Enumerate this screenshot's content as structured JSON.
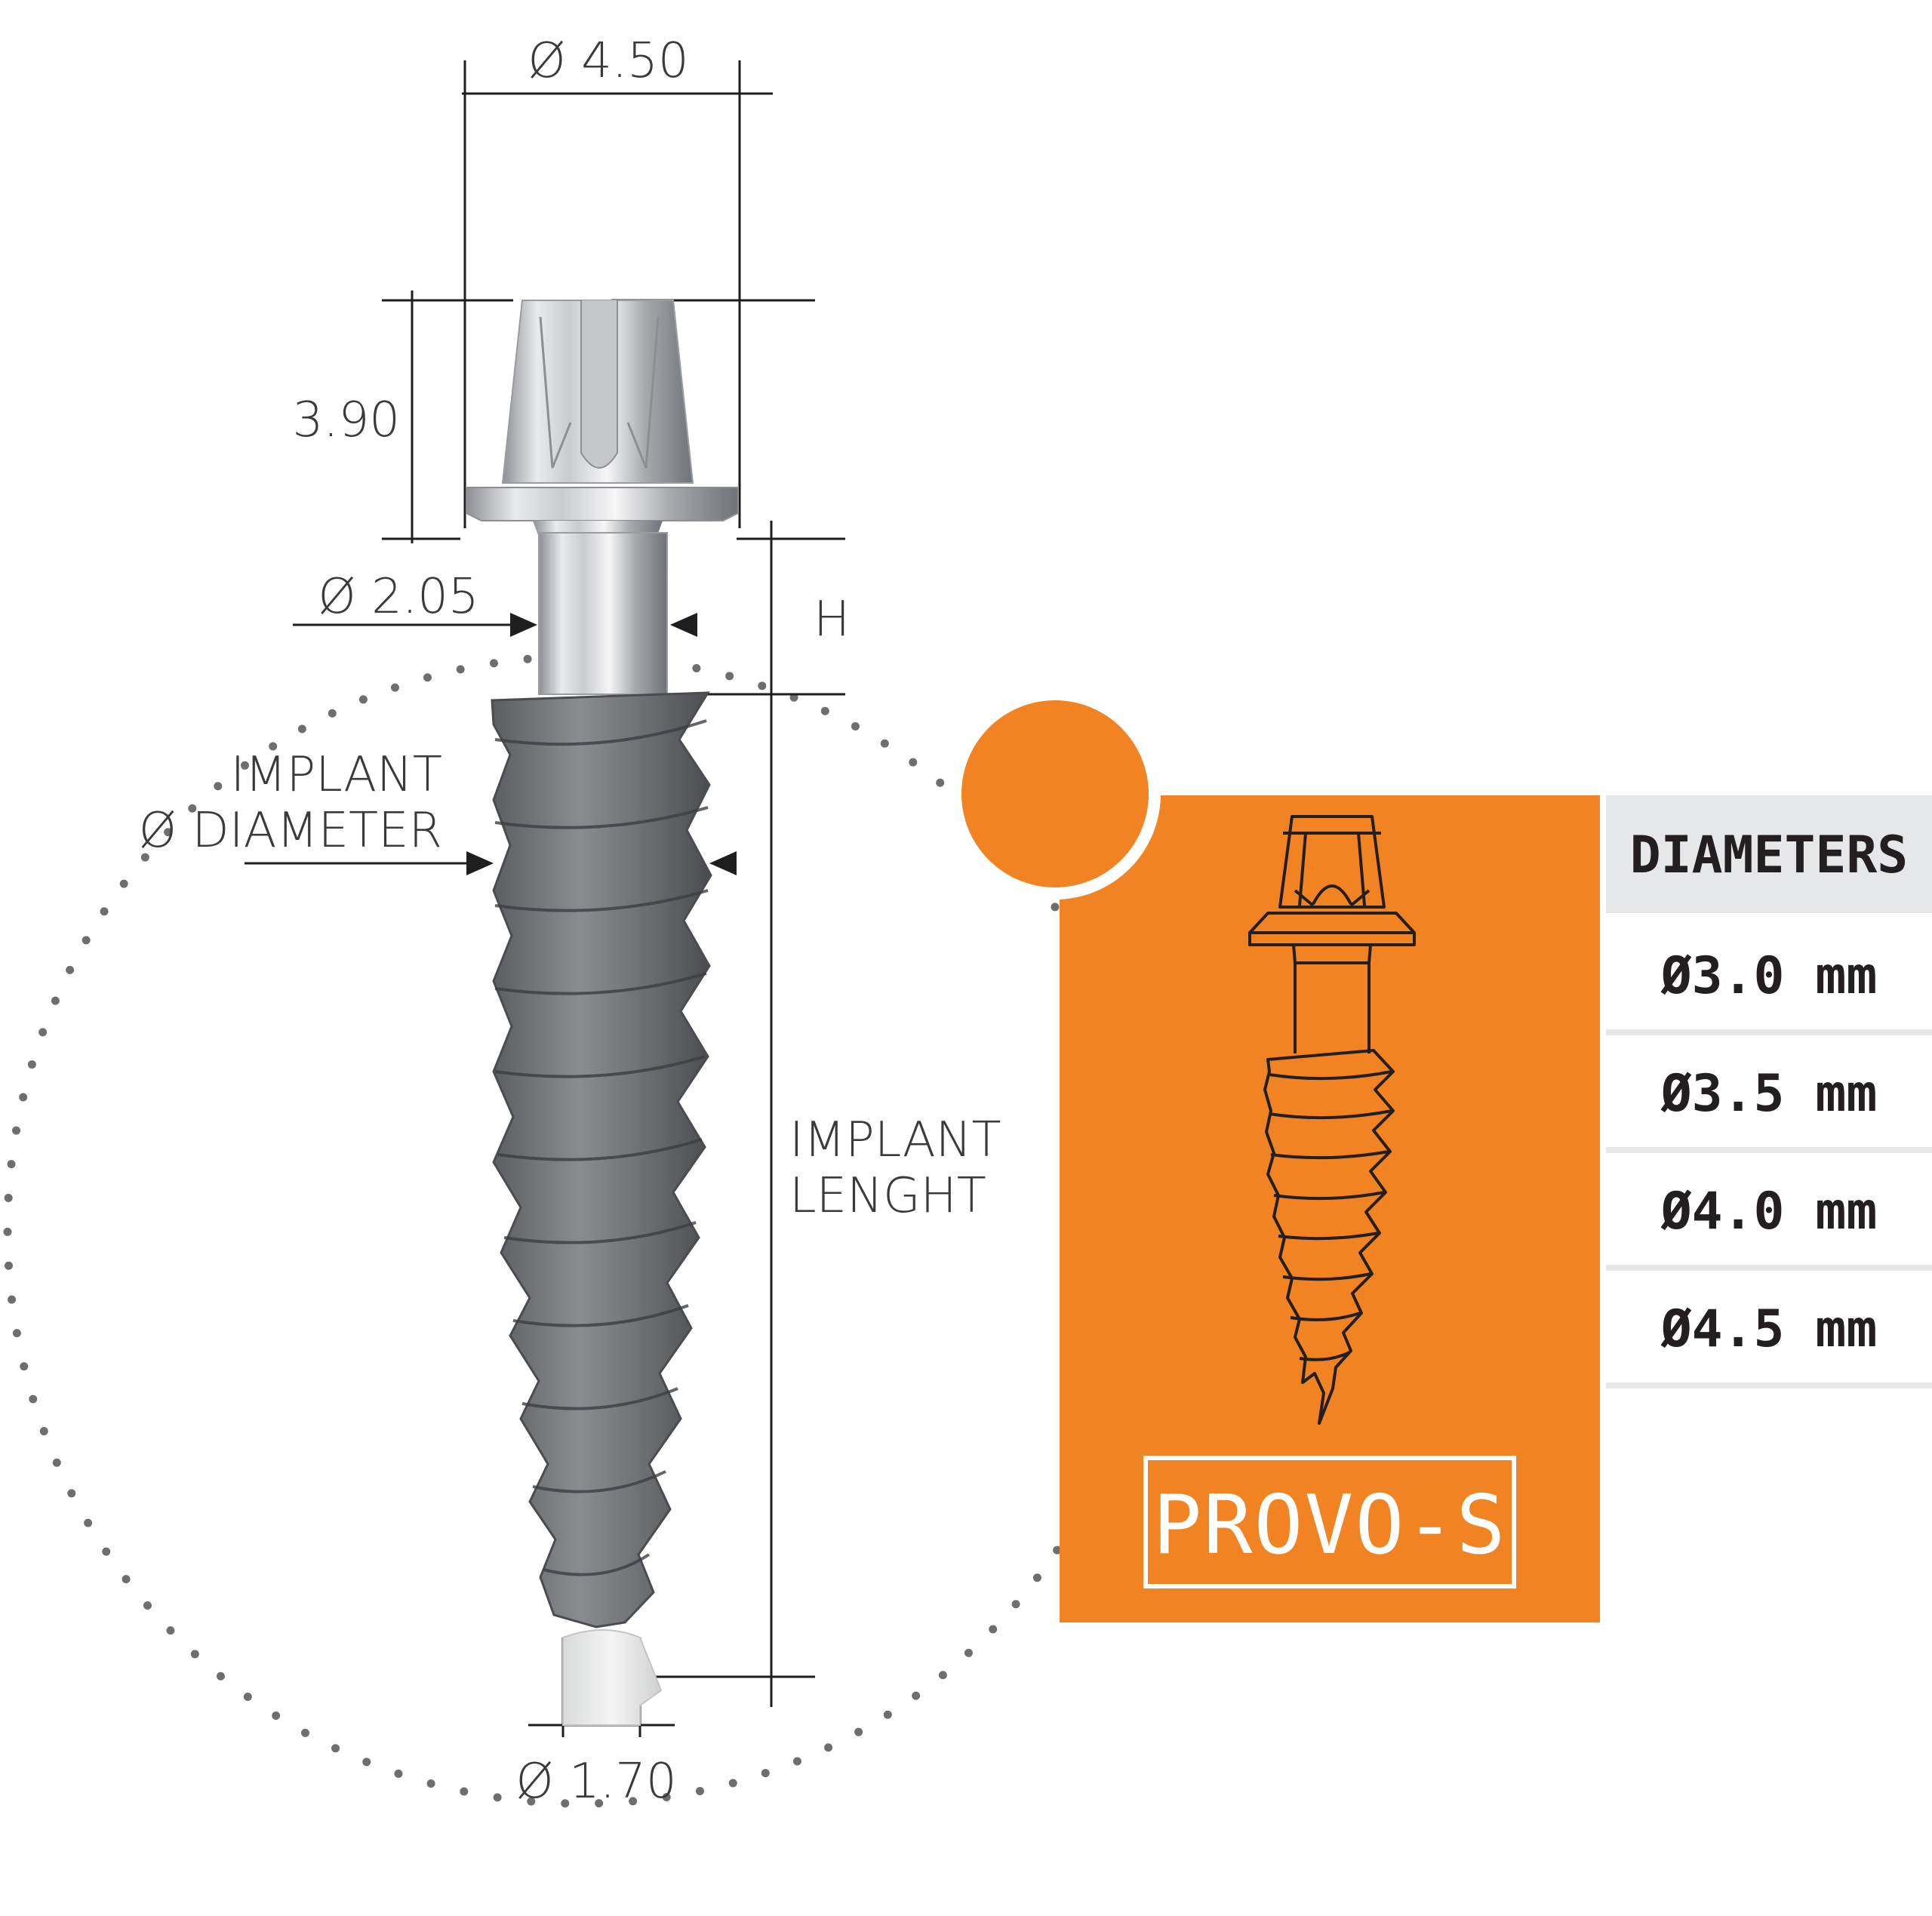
{
  "dimensions": {
    "head_diameter": "Ø 4.50",
    "head_height": "3.90",
    "neck_diameter": "Ø 2.05",
    "neck_height": "H",
    "implant_diameter_line1": "IMPLANT",
    "implant_diameter_line2": "Ø DIAMETER",
    "implant_length_line1": "IMPLANT",
    "implant_length_line2": "LENGHT",
    "tip_diameter": "Ø 1.70"
  },
  "product": {
    "name": "PROVO-S",
    "accent_color": "#f28322"
  },
  "diameters_table": {
    "header": "DIAMETERS",
    "rows": [
      "Ø3.0 mm",
      "Ø3.5 mm",
      "Ø4.0 mm",
      "Ø4.5 mm"
    ]
  },
  "icons": [
    "implant-screw-render",
    "implant-line-drawing-icon",
    "orange-dot-icon"
  ]
}
